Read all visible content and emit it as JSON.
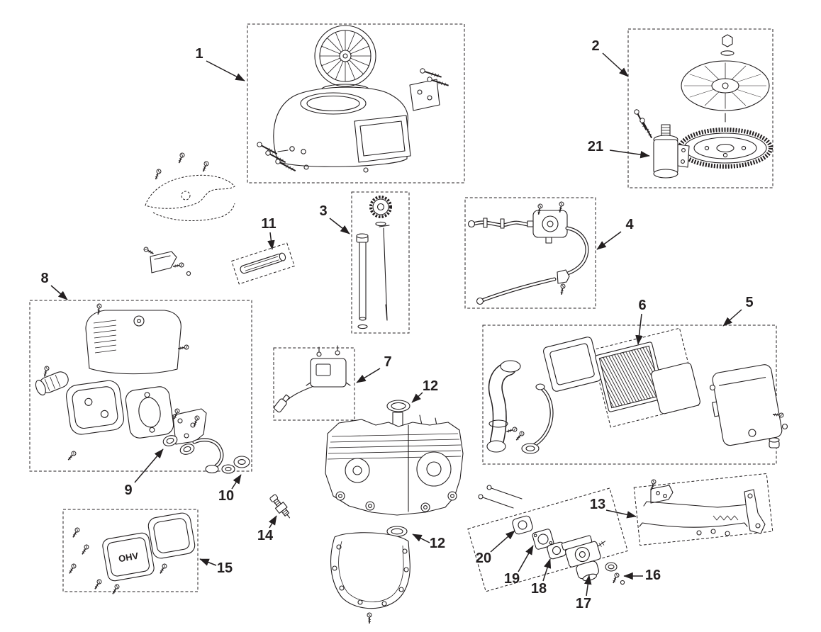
{
  "figure": {
    "type": "exploded-parts-diagram",
    "subject": "OHV small engine parts breakdown",
    "colors": {
      "line": "#231f20",
      "background": "#ffffff"
    },
    "valve_cover_marking": "OHV",
    "callouts": [
      {
        "label": "1",
        "part": "blower-housing-assembly"
      },
      {
        "label": "2",
        "part": "flywheel-assembly"
      },
      {
        "label": "21",
        "part": "starter-motor"
      },
      {
        "label": "3",
        "part": "oil-fill-and-dipstick"
      },
      {
        "label": "4",
        "part": "fuel-pump-and-lines"
      },
      {
        "label": "11",
        "part": "breather-tube"
      },
      {
        "label": "8",
        "part": "muffler-and-heat-shield-assembly"
      },
      {
        "label": "7",
        "part": "ignition-coil"
      },
      {
        "label": "5",
        "part": "air-cleaner-cover"
      },
      {
        "label": "6",
        "part": "air-filter-element"
      },
      {
        "label": "12",
        "part": "oil-seal-upper"
      },
      {
        "label": "12",
        "part": "oil-seal-lower"
      },
      {
        "label": "9",
        "part": "exhaust-gasket"
      },
      {
        "label": "10",
        "part": "exhaust-flange-gasket"
      },
      {
        "label": "14",
        "part": "spark-plug"
      },
      {
        "label": "15",
        "part": "valve-cover-assembly"
      },
      {
        "label": "13",
        "part": "governor-linkage"
      },
      {
        "label": "20",
        "part": "carburetor-mounting-gasket"
      },
      {
        "label": "19",
        "part": "carburetor-spacer"
      },
      {
        "label": "18",
        "part": "carburetor-gasket"
      },
      {
        "label": "17",
        "part": "carburetor"
      },
      {
        "label": "16",
        "part": "carburetor-assembly-group"
      }
    ]
  }
}
